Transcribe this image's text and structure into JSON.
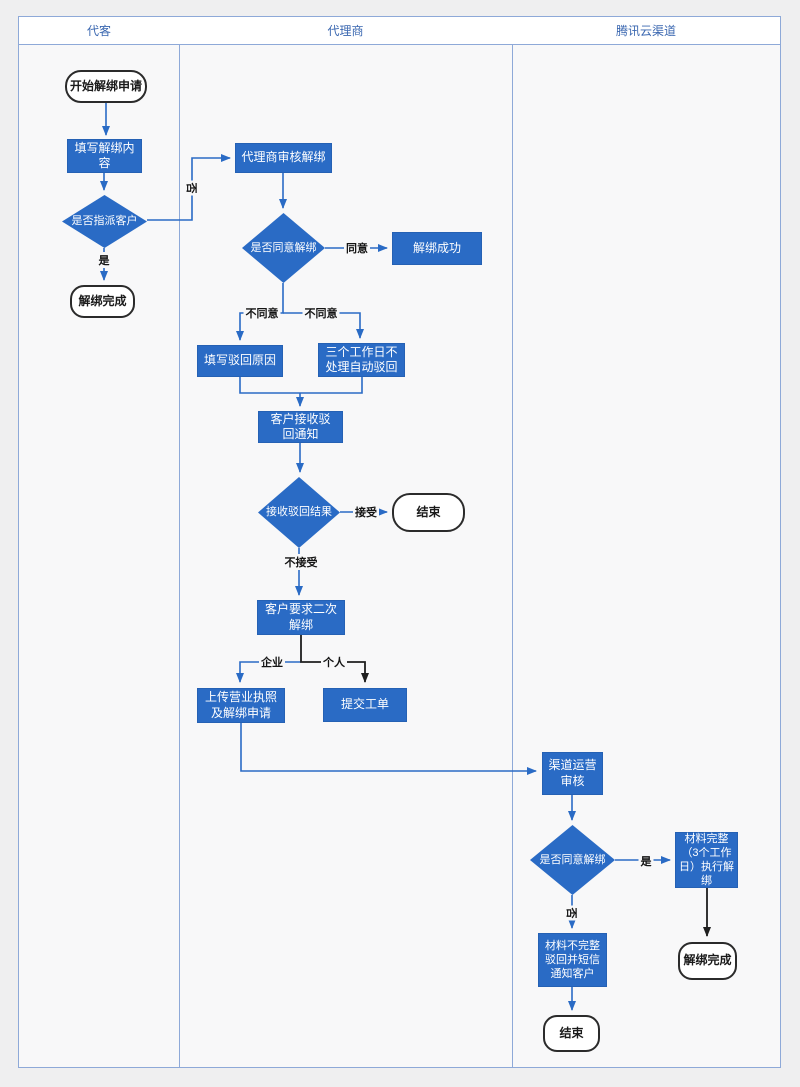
{
  "lanes": {
    "agent_customer": "代客",
    "agent": "代理商",
    "tencent_channel": "腾讯云渠道"
  },
  "nodes": {
    "start": {
      "label": "开始解绑申请"
    },
    "fill_content": {
      "label": "填写解绑内容"
    },
    "assign_decision": {
      "label": "是否指派客户"
    },
    "done_left": {
      "label": "解绑完成"
    },
    "agent_review": {
      "label": "代理商审核解绑"
    },
    "agree_decision": {
      "label": "是否同意解绑"
    },
    "unbind_success": {
      "label": "解绑成功"
    },
    "fill_reject_reason": {
      "label": "填写驳回原因"
    },
    "auto_reject": {
      "label": "三个工作日不处理自动驳回"
    },
    "receive_reject_notice": {
      "label": "客户接收驳回通知"
    },
    "reject_result_decision": {
      "label": "接收驳回结果"
    },
    "end_mid": {
      "label": "结束"
    },
    "second_unbind": {
      "label": "客户要求二次解绑"
    },
    "upload_license": {
      "label": "上传营业执照及解绑申请"
    },
    "submit_ticket": {
      "label": "提交工单"
    },
    "channel_review": {
      "label": "渠道运营审核"
    },
    "channel_agree_decision": {
      "label": "是否同意解绑"
    },
    "material_complete": {
      "label": "材料完整（3个工作日）执行解绑"
    },
    "done_right": {
      "label": "解绑完成"
    },
    "material_incomplete": {
      "label": "材料不完整驳回并短信通知客户"
    },
    "end_bottom": {
      "label": "结束"
    }
  },
  "edge_labels": {
    "no_assign": "否",
    "yes_assign": "是",
    "agree": "同意",
    "disagree_left": "不同意",
    "disagree_right": "不同意",
    "accept": "接受",
    "not_accept": "不接受",
    "enterprise": "企业",
    "personal": "个人",
    "yes_channel": "是",
    "no_channel": "否"
  },
  "colors": {
    "shape_blue": "#2A6BC5",
    "edge_blue": "#2A6BC5",
    "edge_black": "#1F1F1F",
    "lane_border": "#8EA9D8",
    "header_text": "#3A67B0",
    "lane_bg": "#F8F8F9",
    "page_bg": "#EFEFF0",
    "shape_text": "#FFFFFF",
    "terminal_border": "#2B2B2B"
  }
}
